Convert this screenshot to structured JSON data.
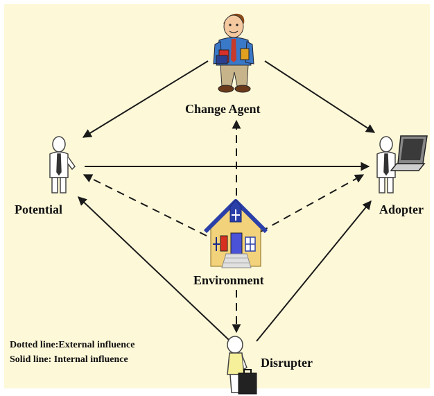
{
  "nodes": {
    "change_agent": "Change Agent",
    "potential": "Potential",
    "adopter": "Adopter",
    "environment": "Environment",
    "disrupter": "Disrupter"
  },
  "legend": {
    "dotted": "Dotted line:External influence",
    "solid": "Solid line:  Internal influence"
  },
  "colors": {
    "background": "#fdf8d8",
    "arrow": "#1a1a1a"
  },
  "edges": [
    {
      "from": "change_agent",
      "to": "potential",
      "style": "solid"
    },
    {
      "from": "change_agent",
      "to": "adopter",
      "style": "solid"
    },
    {
      "from": "potential",
      "to": "adopter",
      "style": "solid"
    },
    {
      "from": "disrupter",
      "to": "potential",
      "style": "solid"
    },
    {
      "from": "disrupter",
      "to": "adopter",
      "style": "solid"
    },
    {
      "from": "environment",
      "to": "change_agent",
      "style": "dashed"
    },
    {
      "from": "environment",
      "to": "potential",
      "style": "dashed"
    },
    {
      "from": "environment",
      "to": "adopter",
      "style": "dashed"
    },
    {
      "from": "environment",
      "to": "disrupter",
      "style": "dashed"
    }
  ]
}
